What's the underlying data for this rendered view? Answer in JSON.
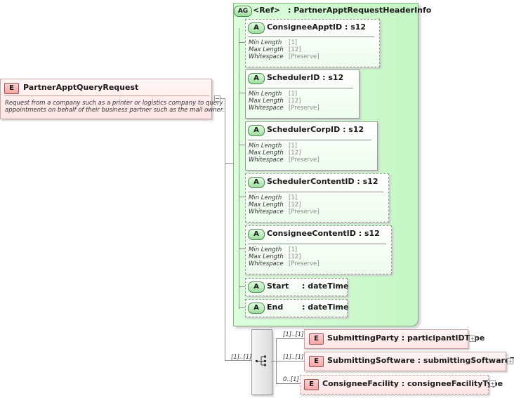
{
  "root": {
    "badge": "E",
    "name": "PartnerApptQueryRequest",
    "doc_line1": "Request from a company such as a printer or logistics company to query",
    "doc_line2": "appointments on behalf of their business partner such as the mail owner."
  },
  "attr_group": {
    "badge": "AG",
    "ref": "<Ref>",
    "name": ": PartnerApptRequestHeaderInfo"
  },
  "facet_labels": {
    "min": "Min Length",
    "max": "Max Length",
    "ws": "Whitespace"
  },
  "attributes": [
    {
      "badge": "A",
      "title": "ConsigneeApptID : s12",
      "min": "[1]",
      "max": "[12]",
      "ws": "[Preserve]"
    },
    {
      "badge": "A",
      "title": "SchedulerID : s12",
      "min": "[1]",
      "max": "[12]",
      "ws": "[Preserve]"
    },
    {
      "badge": "A",
      "title": "SchedulerCorpID : s12",
      "min": "[1]",
      "max": "[12]",
      "ws": "[Preserve]"
    },
    {
      "badge": "A",
      "title": "SchedulerContentID : s12",
      "min": "[1]",
      "max": "[12]",
      "ws": "[Preserve]"
    },
    {
      "badge": "A",
      "title": "ConsigneeContentID : s12",
      "min": "[1]",
      "max": "[12]",
      "ws": "[Preserve]"
    }
  ],
  "simple_attrs": [
    {
      "badge": "A",
      "name": "Start",
      "type": ": dateTime"
    },
    {
      "badge": "A",
      "name": "End",
      "type": ": dateTime"
    }
  ],
  "sequence_card": "[1]..[1]",
  "children": [
    {
      "card": "[1]..[1]",
      "badge": "E",
      "title": "SubmittingParty : participantIDType"
    },
    {
      "card": "[1]..[1]",
      "badge": "E",
      "title": "SubmittingSoftware : submittingSoftwareType"
    },
    {
      "card": "0..[1]",
      "badge": "E",
      "title": "ConsigneeFacility : consigneeFacilityType"
    }
  ],
  "colors": {
    "element_fill": "#ffe4e4",
    "group_fill": "#c4f5c4",
    "connector": "#8c8c8c"
  }
}
